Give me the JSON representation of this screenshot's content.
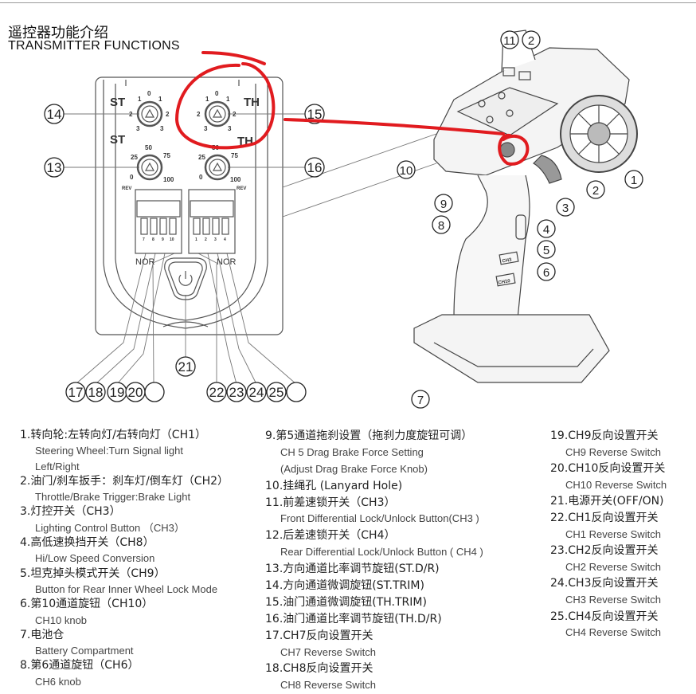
{
  "header": {
    "title_zh": "遥控器功能介绍",
    "title_en": "TRANSMITTER FUNCTIONS"
  },
  "colors": {
    "annotation": "#e11b1f",
    "line": "#555555"
  },
  "diagram": {
    "panel": {
      "st": "ST",
      "th": "TH",
      "trim_0": "0",
      "trim_1": "1",
      "trim_2": "2",
      "trim_3": "3",
      "dr_0": "0",
      "dr_25": "25",
      "dr_50": "50",
      "dr_75": "75",
      "dr_100": "100",
      "rev": "REV",
      "nor": "NOR",
      "dip_left": [
        "7",
        "8",
        "9",
        "10"
      ],
      "dip_right": [
        "1",
        "2",
        "3",
        "4"
      ],
      "ch_label_a": "CH3",
      "ch_label_b": "CH10"
    },
    "callouts": [
      "14",
      "13",
      "15",
      "16",
      "21",
      "17",
      "18",
      "19",
      "20",
      "",
      "22",
      "23",
      "24",
      "25",
      "",
      "11",
      "2",
      "1",
      "2",
      "10",
      "9",
      "8",
      "3",
      "4",
      "5",
      "6",
      "7"
    ]
  },
  "columns": [
    [
      {
        "zh": "1.转向轮:左转向灯/右转向灯（CH1）",
        "en": [
          "Steering Wheel:Turn Signal light",
          "Left/Right"
        ]
      },
      {
        "zh": "2.油门/刹车扳手：刹车灯/倒车灯（CH2）",
        "en": [
          "Throttle/Brake Trigger:Brake Light"
        ]
      },
      {
        "zh": "3.灯控开关（CH3）",
        "en": [
          "Lighting Control Button （CH3）"
        ]
      },
      {
        "zh": "4.高低速换挡开关（CH8）",
        "en": [
          "Hi/Low Speed Conversion"
        ]
      },
      {
        "zh": "5.坦克掉头模式开关（CH9）",
        "en": [
          "Button for Rear Inner Wheel Lock Mode"
        ]
      },
      {
        "zh": "6.第10通道旋钮（CH10）",
        "en": [
          "CH10 knob"
        ]
      },
      {
        "zh": "7.电池仓",
        "en": [
          "Battery Compartment"
        ]
      },
      {
        "zh": "8.第6通道旋钮（CH6）",
        "en": [
          "CH6 knob"
        ]
      }
    ],
    [
      {
        "zh": "9.第5通道拖刹设置（拖刹力度旋钮可调）",
        "en": [
          "CH 5 Drag Brake Force Setting",
          "(Adjust Drag Brake Force Knob)"
        ]
      },
      {
        "zh": "10.挂绳孔  (Lanyard Hole)",
        "en": []
      },
      {
        "zh": "11.前差速锁开关（CH3）",
        "en": [
          "Front Differential Lock/Unlock Button(CH3 )"
        ]
      },
      {
        "zh": "12.后差速锁开关（CH4）",
        "en": [
          "Rear Differential Lock/Unlock Button ( CH4 )"
        ]
      },
      {
        "zh": "13.方向通道比率调节旋钮(ST.D/R)",
        "en": []
      },
      {
        "zh": "14.方向通道微调旋钮(ST.TRIM)",
        "en": []
      },
      {
        "zh": "15.油门通道微调旋钮(TH.TRIM)",
        "en": []
      },
      {
        "zh": "16.油门通道比率调节旋钮(TH.D/R)",
        "en": []
      },
      {
        "zh": "17.CH7反向设置开关",
        "en": [
          "CH7 Reverse Switch"
        ]
      },
      {
        "zh": "18.CH8反向设置开关",
        "en": [
          "CH8 Reverse Switch"
        ]
      }
    ],
    [
      {
        "zh": "19.CH9反向设置开关",
        "en": [
          "CH9 Reverse Switch"
        ]
      },
      {
        "zh": "20.CH10反向设置开关",
        "en": [
          "CH10 Reverse Switch"
        ]
      },
      {
        "zh": "21.电源开关(OFF/ON)",
        "en": []
      },
      {
        "zh": "22.CH1反向设置开关",
        "en": [
          "CH1 Reverse Switch"
        ]
      },
      {
        "zh": "23.CH2反向设置开关",
        "en": [
          "CH2 Reverse Switch"
        ]
      },
      {
        "zh": "24.CH3反向设置开关",
        "en": [
          "CH3 Reverse Switch"
        ]
      },
      {
        "zh": "25.CH4反向设置开关",
        "en": [
          "CH4 Reverse Switch"
        ]
      }
    ]
  ]
}
